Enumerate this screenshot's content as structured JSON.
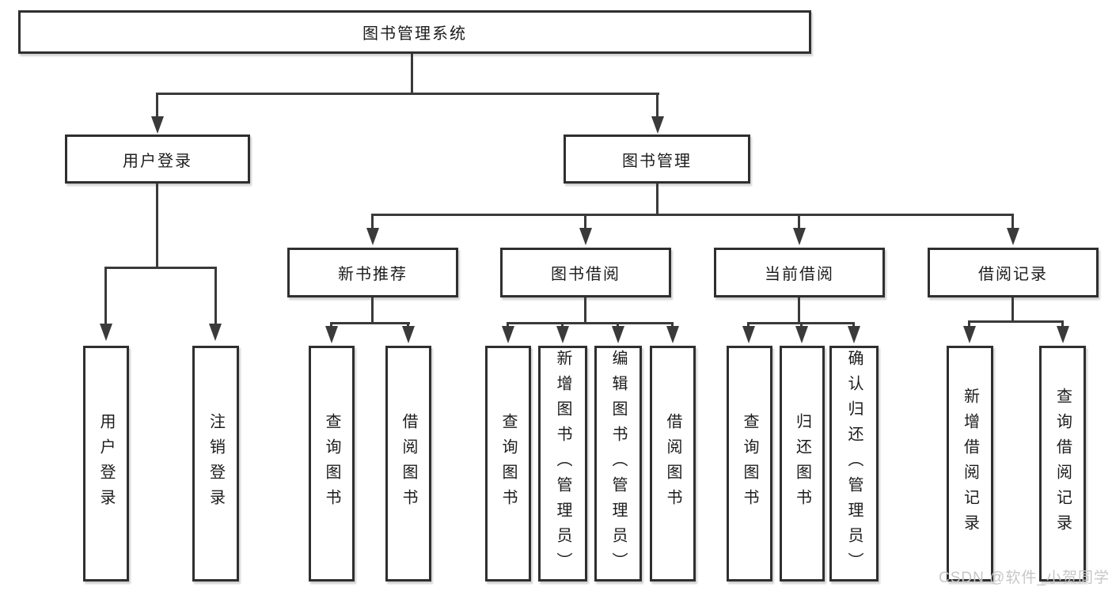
{
  "diagram": {
    "root": "图书管理系统",
    "level1": [
      "用户登录",
      "图书管理"
    ],
    "level2": [
      "新书推荐",
      "图书借阅",
      "当前借阅",
      "借阅记录"
    ],
    "user_login_children": [
      "用户登录",
      "注销登录"
    ],
    "new_book_children": [
      "查询图书",
      "借阅图书"
    ],
    "book_borrow_children": [
      "查询图书",
      "新增图书（管理员）",
      "编辑图书（管理员）",
      "借阅图书"
    ],
    "current_borrow_children": [
      "查询图书",
      "归还图书",
      "确认归还（管理员）"
    ],
    "borrow_record_children": [
      "新增借阅记录",
      "查询借阅记录"
    ]
  },
  "watermark": "CSDN @软件_小贺同学",
  "colors": {
    "line": "#3a3a3a",
    "box_border": "#2f2f2f",
    "box_background": "#ffffff",
    "text": "#1c1c1c",
    "page_background": "#ffffff",
    "watermark": "#c7c7c7"
  }
}
